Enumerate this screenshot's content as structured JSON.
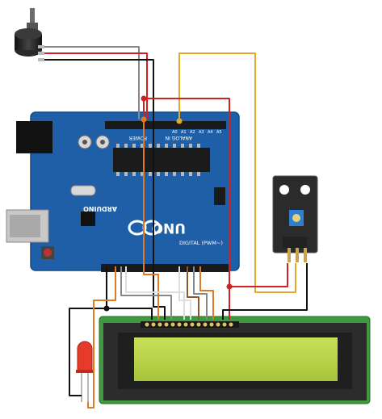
{
  "board": {
    "brand": "ARDUINO",
    "model": "UNO",
    "power_label": "POWER",
    "analog_label": "ANALOG IN",
    "digital_label": "DIGITAL (PWM~)",
    "analog_pins": [
      "A0",
      "A1",
      "A2",
      "A3",
      "A4",
      "A5"
    ],
    "color_board": "#1e5fa8",
    "color_header": "#222222"
  },
  "wire_colors": {
    "red": "#d42020",
    "black": "#111111",
    "yellow": "#e2a92a",
    "white": "#dddddd",
    "orange": "#e07a22",
    "gray": "#888888",
    "brown": "#8b5a2b"
  },
  "components": {
    "potentiometer": "potentiometer",
    "sensor": "sensor-module",
    "lcd": "lcd-display",
    "led": "red-led"
  }
}
